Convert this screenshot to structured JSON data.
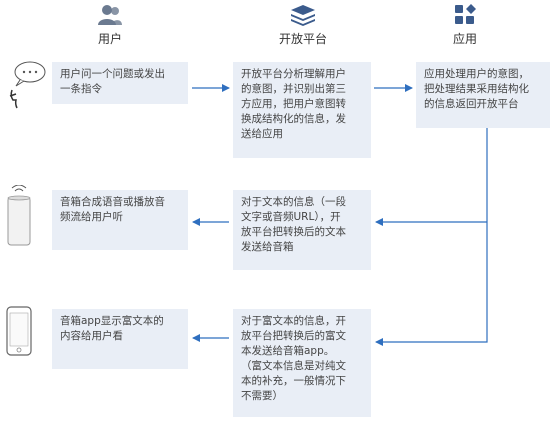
{
  "headers": {
    "user": "用户",
    "platform": "开放平台",
    "app": "应用"
  },
  "row1": {
    "user_box": [
      "用户问一个问题或发出",
      "一条指令"
    ],
    "platform_box": [
      "开放平台分析理解用户",
      "的意图，并识别出第三",
      "方应用，把用户意图转",
      "换成结构化的信息，发",
      "送给应用"
    ],
    "app_box": [
      "应用处理用户的意图，",
      "把处理结果采用结构化",
      "的信息返回开放平台"
    ]
  },
  "row2": {
    "user_box": [
      "音箱合成语音或播放音",
      "频流给用户听"
    ],
    "platform_box": [
      "对于文本的信息（一段",
      "文字或音频URL），开",
      "放平台把转换后的文本",
      "发送给音箱"
    ]
  },
  "row3": {
    "user_box": [
      "音箱app显示富文本的",
      "内容给用户看"
    ],
    "platform_box": [
      "对于富文本的信息，开",
      "放平台把转换后的富文",
      "本发送给音箱app。",
      "（富文本信息是对纯文",
      "本的补充，一般情况下",
      "不需要）"
    ]
  },
  "colors": {
    "box_bg": "#e9eef6",
    "arrow": "#2f6fbf",
    "icon_gray": "#6b7a90",
    "icon_blue": "#3b5b8c"
  }
}
